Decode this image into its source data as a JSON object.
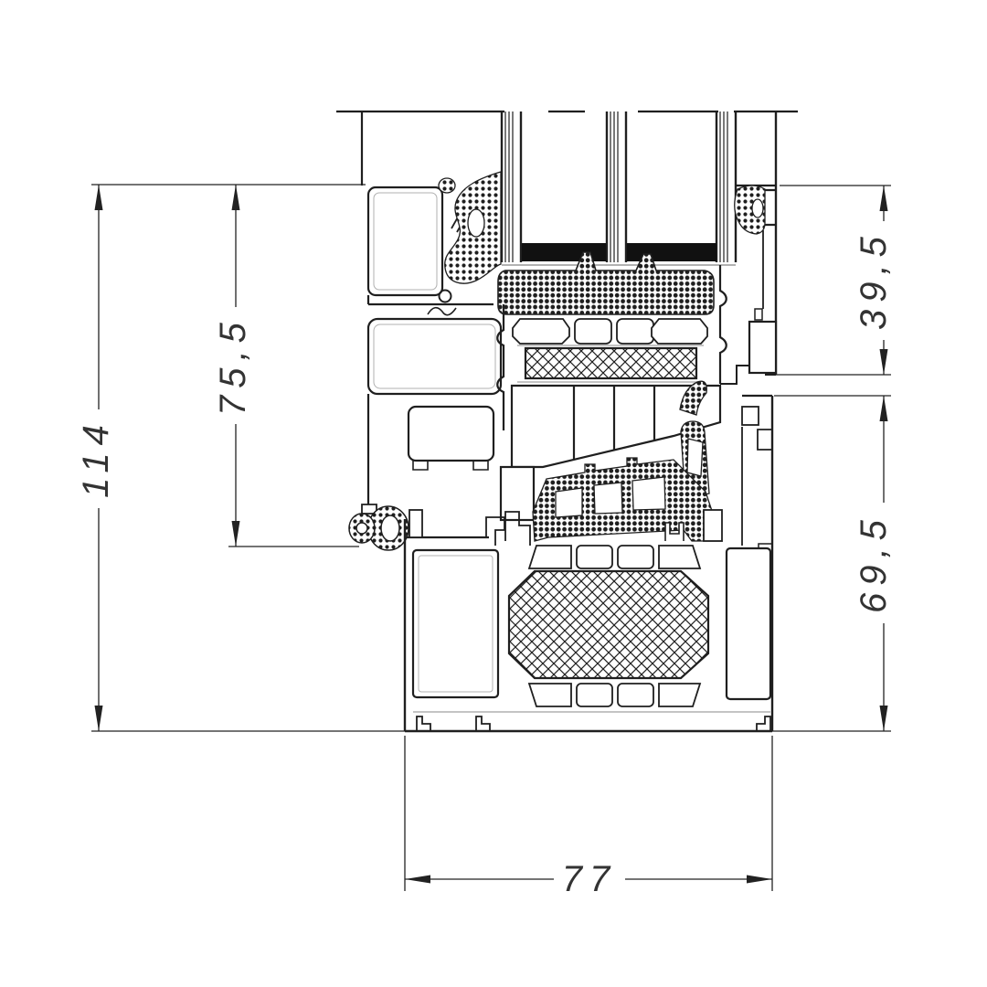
{
  "drawing": {
    "description": "window profile cross-section technical drawing",
    "dimensions": {
      "overall_height": "114",
      "left_inner_height": "75,5",
      "right_top_height": "39,5",
      "right_bottom_height": "69,5",
      "bottom_width": "77"
    },
    "colors": {
      "line": "#1f1f1f",
      "background": "#ffffff",
      "glass_spacer": "#111111",
      "dim_text": "#333333",
      "shadow_line": "#a8a8a8"
    }
  }
}
